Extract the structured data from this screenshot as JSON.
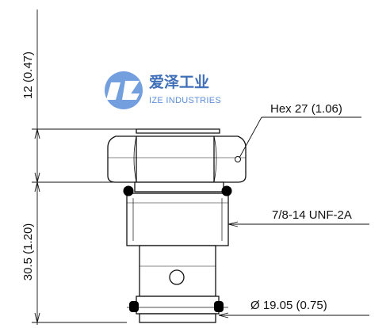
{
  "watermark": {
    "name_cn": "爱泽工业",
    "name_en": "IZE INDUSTRIES",
    "logo_icon": "ize-industries-logo-icon",
    "color": "#5a8ed8"
  },
  "dimensions": {
    "top_length": "12 (0.47)",
    "body_length": "30.5 (1.20)",
    "hex": "Hex 27 (1.06)",
    "thread": "7/8-14 UNF-2A",
    "diameter": "Ø 19.05 (0.75)"
  },
  "colors": {
    "line": "#111111",
    "oring": "#000000"
  }
}
